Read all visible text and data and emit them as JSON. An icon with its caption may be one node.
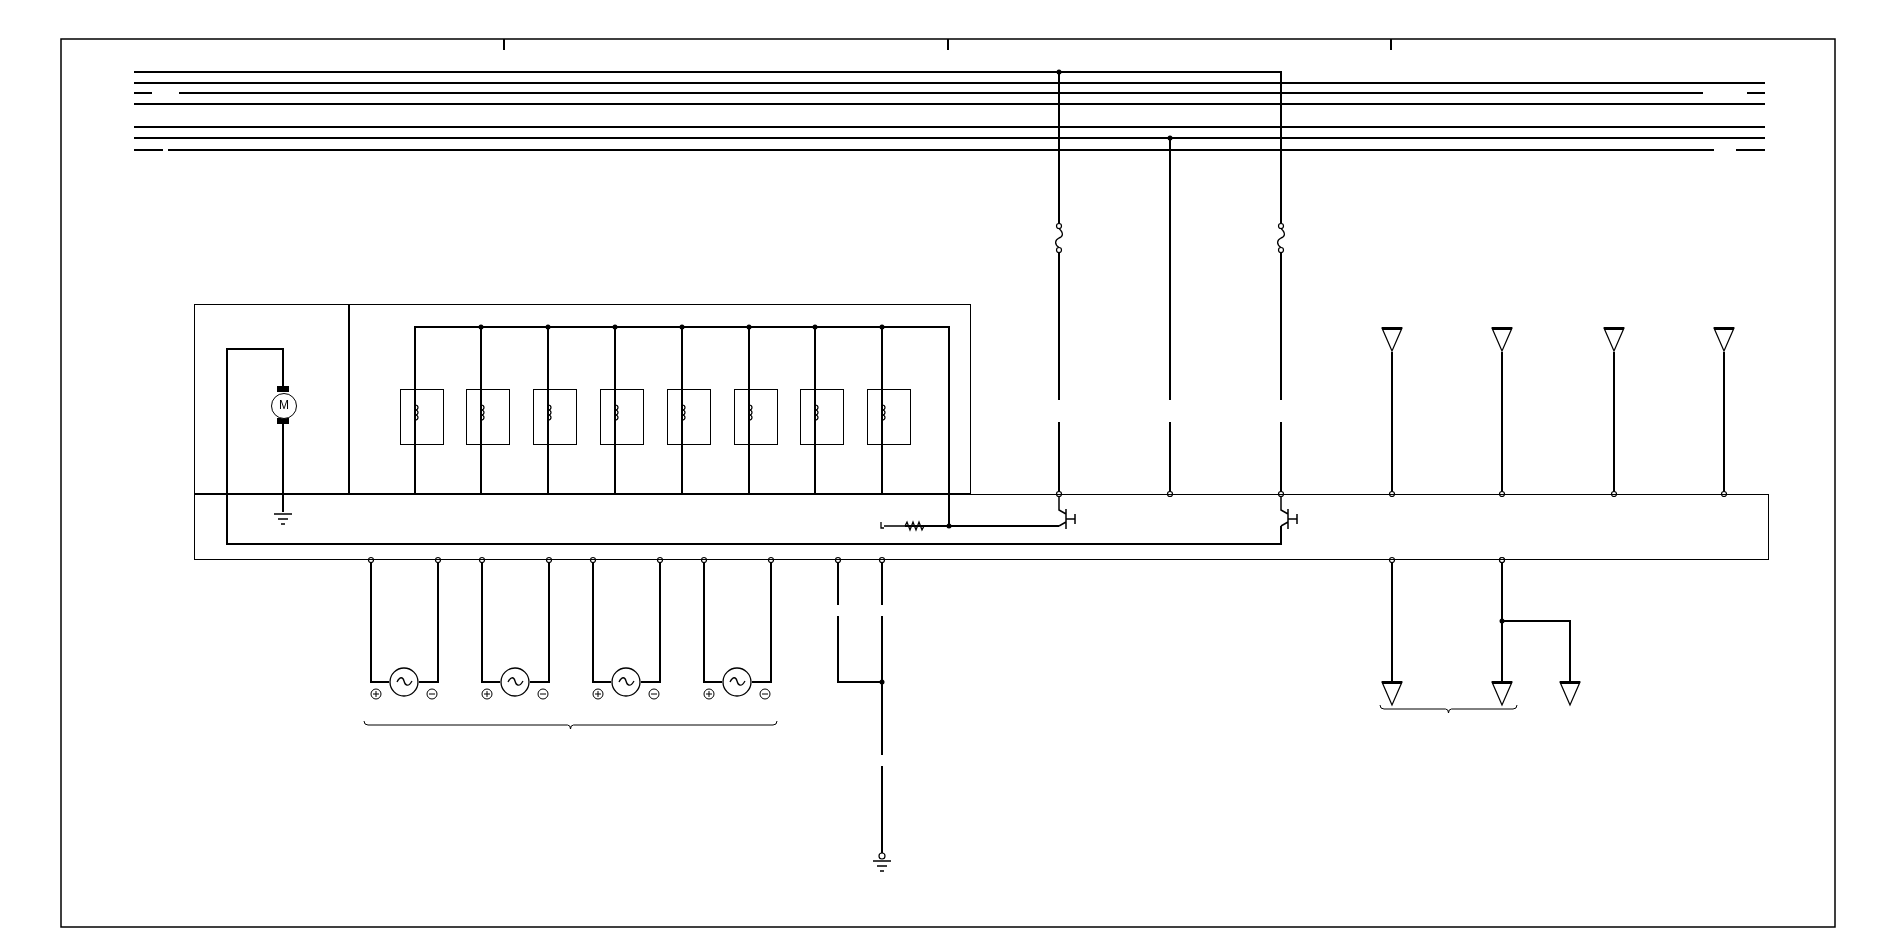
{
  "diagram": {
    "nodes": [
      {
        "text": [],
        "shape": "box"
      },
      {
        "text": [],
        "shape": "box"
      },
      {
        "text": [],
        "shape": "box"
      },
      {
        "text": [
          "M"
        ],
        "in": 0
      },
      {
        "text": [],
        "shape": "box",
        "in": 1
      },
      {
        "text": [],
        "shape": "box",
        "in": 1
      },
      {
        "text": [],
        "shape": "box",
        "in": 1
      },
      {
        "text": [],
        "shape": "box",
        "in": 1
      },
      {
        "text": [],
        "shape": "box",
        "in": 1
      },
      {
        "text": [],
        "shape": "box",
        "in": 1
      },
      {
        "text": [],
        "shape": "box",
        "in": 1
      },
      {
        "text": [],
        "shape": "box",
        "in": 1
      },
      {
        "text": [],
        "shape": "circle"
      },
      {
        "text": [],
        "shape": "circle"
      },
      {
        "text": [],
        "shape": "circle"
      },
      {
        "text": [],
        "shape": "circle"
      },
      {
        "text": [],
        "shape": "triangle"
      },
      {
        "text": [],
        "shape": "triangle"
      },
      {
        "text": [],
        "shape": "triangle"
      },
      {
        "text": [],
        "shape": "triangle"
      },
      {
        "text": [],
        "shape": "triangle"
      },
      {
        "text": [],
        "shape": "triangle"
      },
      {
        "text": [],
        "shape": "triangle"
      }
    ],
    "edges": [
      {
        "from": 2,
        "to": 16,
        "arrow": "other"
      },
      {
        "from": 2,
        "to": 17,
        "arrow": "other"
      },
      {
        "from": 2,
        "to": 18,
        "arrow": "other"
      },
      {
        "from": 2,
        "to": 19,
        "arrow": "other"
      },
      {
        "from": 2,
        "to": 20,
        "arrow": "other"
      },
      {
        "from": 2,
        "to": 21,
        "arrow": "other"
      },
      {
        "from": 2,
        "to": 22,
        "arrow": "other"
      },
      {
        "from": 2,
        "to": 12,
        "arrow": "other"
      },
      {
        "from": 2,
        "to": 12,
        "arrow": "other"
      },
      {
        "from": 2,
        "to": 13,
        "arrow": "other"
      },
      {
        "from": 2,
        "to": 13,
        "arrow": "other"
      },
      {
        "from": 2,
        "to": 14,
        "arrow": "other"
      },
      {
        "from": 2,
        "to": 14,
        "arrow": "other"
      },
      {
        "from": 2,
        "to": 15,
        "arrow": "other"
      },
      {
        "from": 2,
        "to": 15,
        "arrow": "other"
      }
    ]
  }
}
